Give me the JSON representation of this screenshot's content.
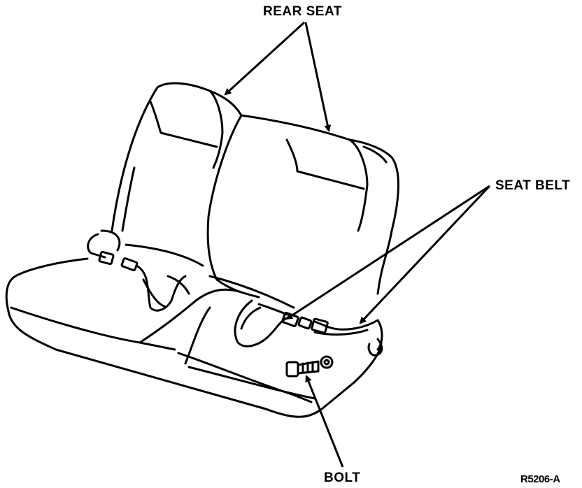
{
  "labels": {
    "rear_seat": "REAR SEAT",
    "seat_belt": "SEAT BELT",
    "bolt": "BOLT",
    "figure_code": "R5206-A"
  },
  "colors": {
    "ink": "#000000",
    "background": "#ffffff"
  }
}
